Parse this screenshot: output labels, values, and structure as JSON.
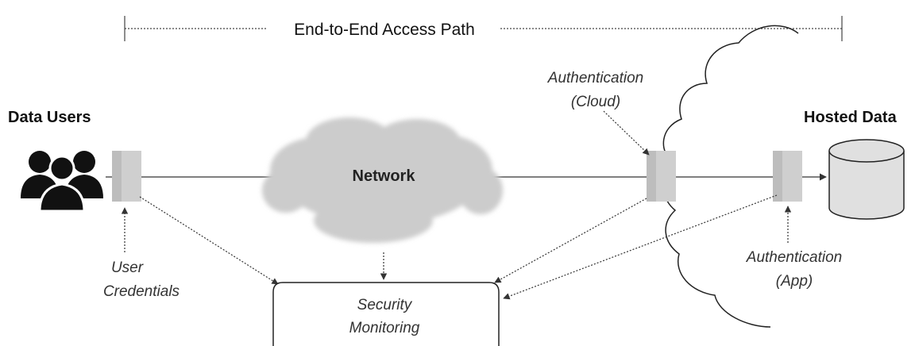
{
  "title": "End-to-End Access Path",
  "nodes": {
    "data_users": "Data Users",
    "hosted_data": "Hosted Data",
    "network": "Network",
    "security_monitoring": [
      "Security",
      "Monitoring"
    ]
  },
  "annotations": {
    "user_credentials": [
      "User",
      "Credentials"
    ],
    "auth_cloud": [
      "Authentication",
      "(Cloud)"
    ],
    "auth_app": [
      "Authentication",
      "(App)"
    ]
  },
  "icons": {
    "users": "users-group-icon",
    "database": "database-cylinder-icon",
    "cloud_network": "network-cloud-icon",
    "cloud_hosted": "hosted-cloud-icon"
  },
  "colors": {
    "line": "#333333",
    "gate_fill": "#cfcfcf",
    "cloud_fill": "#cccccc",
    "db_fill": "#e0e0e0"
  }
}
